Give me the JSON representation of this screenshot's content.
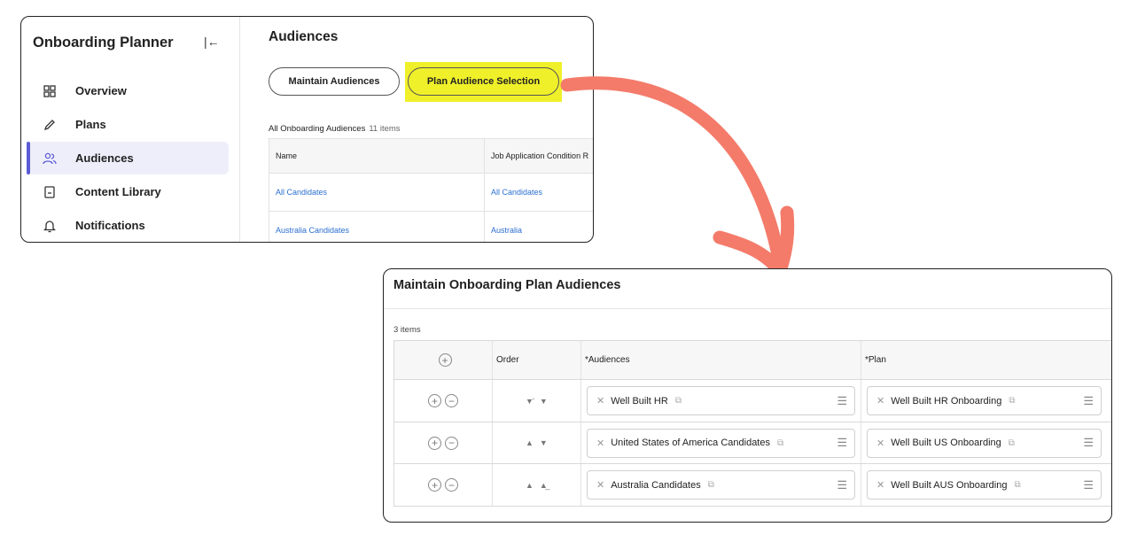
{
  "top_window": {
    "sidebar": {
      "app_title": "Onboarding Planner",
      "collapse_glyph": "|←",
      "items": [
        {
          "label": "Overview",
          "icon": "grid-icon"
        },
        {
          "label": "Plans",
          "icon": "pencil-icon"
        },
        {
          "label": "Audiences",
          "icon": "people-icon",
          "active": true
        },
        {
          "label": "Content Library",
          "icon": "document-icon"
        },
        {
          "label": "Notifications",
          "icon": "bell-icon"
        }
      ]
    },
    "main": {
      "title": "Audiences",
      "buttons": {
        "maintain": "Maintain Audiences",
        "plan_selection": "Plan Audience Selection"
      },
      "table_caption": "All Onboarding Audiences",
      "table_count": "11 items",
      "columns": [
        "Name",
        "Job Application Condition R"
      ],
      "rows": [
        [
          "All Candidates",
          "All Candidates"
        ],
        [
          "Australia Candidates",
          "Australia"
        ]
      ]
    }
  },
  "bottom_window": {
    "title": "Maintain Onboarding Plan Audiences",
    "count": "3 items",
    "columns": {
      "order": "Order",
      "audiences": "*Audiences",
      "plan": "*Plan"
    },
    "rows": [
      {
        "order": [
          "▼̄",
          "▼"
        ],
        "audience": "Well Built HR",
        "plan": "Well Built HR Onboarding"
      },
      {
        "order": [
          "▲",
          "▼"
        ],
        "audience": "United States of America Candidates",
        "plan": "Well Built US Onboarding"
      },
      {
        "order": [
          "▲",
          "▲̲"
        ],
        "audience": "Australia Candidates",
        "plan": "Well Built AUS Onboarding"
      }
    ]
  },
  "colors": {
    "highlight": "#f0f02a",
    "arrow": "#f47b6a",
    "link": "#2c6fd1",
    "accent": "#5b5bd6"
  }
}
